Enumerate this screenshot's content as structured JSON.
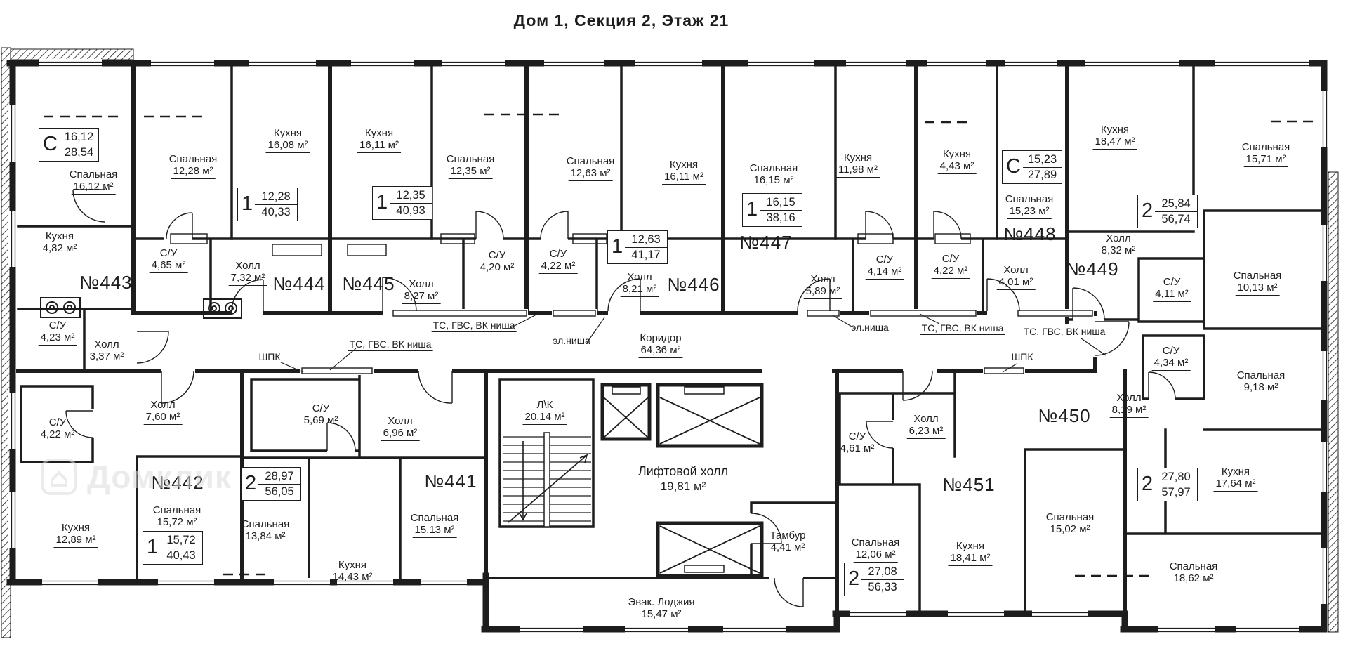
{
  "title": "Дом 1, Секция 2, Этаж 21",
  "colors": {
    "ink": "#1d1d1d",
    "watermark": "#dcdcdc"
  },
  "watermark": {
    "text": "Домклик"
  },
  "apartments": [
    {
      "number": "№441",
      "stamp": {
        "type": "2",
        "living": "28,97",
        "total": "56,05"
      },
      "rooms": [
        {
          "name": "Спальная",
          "area": "13,84 м²"
        },
        {
          "name": "Кухня",
          "area": "14,43 м²"
        },
        {
          "name": "Спальная",
          "area": "15,13 м²"
        },
        {
          "name": "С/У",
          "area": "5,69 м²"
        },
        {
          "name": "Холл",
          "area": "6,96 м²"
        }
      ]
    },
    {
      "number": "№442",
      "stamp": {
        "type": "1",
        "living": "15,72",
        "total": "40,43"
      },
      "rooms": [
        {
          "name": "Спальная",
          "area": "15,72 м²"
        },
        {
          "name": "Кухня",
          "area": "12,89 м²"
        },
        {
          "name": "С/У",
          "area": "4,22 м²"
        },
        {
          "name": "Холл",
          "area": "7,60 м²"
        }
      ]
    },
    {
      "number": "№443",
      "stamp": {
        "type": "С",
        "living": "16,12",
        "total": "28,54"
      },
      "rooms": [
        {
          "name": "Спальная",
          "area": "16,12 м²"
        },
        {
          "name": "Кухня",
          "area": "4,82 м²"
        },
        {
          "name": "С/У",
          "area": "4,23 м²"
        },
        {
          "name": "Холл",
          "area": "3,37 м²"
        }
      ]
    },
    {
      "number": "№444",
      "stamp": {
        "type": "1",
        "living": "12,28",
        "total": "40,33"
      },
      "rooms": [
        {
          "name": "Спальная",
          "area": "12,28 м²"
        },
        {
          "name": "Кухня",
          "area": "16,08 м²"
        },
        {
          "name": "С/У",
          "area": "4,65 м²"
        },
        {
          "name": "Холл",
          "area": "7,32 м²"
        }
      ]
    },
    {
      "number": "№445",
      "stamp": {
        "type": "1",
        "living": "12,35",
        "total": "40,93"
      },
      "rooms": [
        {
          "name": "Спальная",
          "area": "12,35 м²"
        },
        {
          "name": "Кухня",
          "area": "16,11 м²"
        },
        {
          "name": "С/У",
          "area": "4,20 м²"
        },
        {
          "name": "Холл",
          "area": "8,27 м²"
        }
      ]
    },
    {
      "number": "№446",
      "stamp": {
        "type": "1",
        "living": "12,63",
        "total": "41,17"
      },
      "rooms": [
        {
          "name": "Спальная",
          "area": "12,63 м²"
        },
        {
          "name": "Кухня",
          "area": "16,11 м²"
        },
        {
          "name": "С/У",
          "area": "4,22 м²"
        },
        {
          "name": "Холл",
          "area": "8,21 м²"
        }
      ]
    },
    {
      "number": "№447",
      "stamp": {
        "type": "1",
        "living": "16,15",
        "total": "38,16"
      },
      "rooms": [
        {
          "name": "Спальная",
          "area": "16,15 м²"
        },
        {
          "name": "Кухня",
          "area": "11,98 м²"
        },
        {
          "name": "С/У",
          "area": "4,14 м²"
        },
        {
          "name": "Холл",
          "area": "5,89 м²"
        }
      ]
    },
    {
      "number": "№448",
      "stamp": {
        "type": "С",
        "living": "15,23",
        "total": "27,89"
      },
      "rooms": [
        {
          "name": "Спальная",
          "area": "15,23 м²"
        },
        {
          "name": "Кухня",
          "area": "4,43 м²"
        },
        {
          "name": "С/У",
          "area": "4,22 м²"
        },
        {
          "name": "Холл",
          "area": "4,01 м²"
        }
      ]
    },
    {
      "number": "№449",
      "stamp": {
        "type": "2",
        "living": "25,84",
        "total": "56,74"
      },
      "rooms": [
        {
          "name": "Кухня",
          "area": "18,47 м²"
        },
        {
          "name": "Спальная",
          "area": "15,71 м²"
        },
        {
          "name": "Спальная",
          "area": "10,13 м²"
        },
        {
          "name": "С/У",
          "area": "4,11 м²"
        },
        {
          "name": "Холл",
          "area": "8,32 м²"
        }
      ]
    },
    {
      "number": "№450",
      "stamp": {
        "type": "2",
        "living": "27,80",
        "total": "57,97"
      },
      "rooms": [
        {
          "name": "Спальная",
          "area": "9,18 м²"
        },
        {
          "name": "Кухня",
          "area": "17,64 м²"
        },
        {
          "name": "Спальная",
          "area": "18,62 м²"
        },
        {
          "name": "С/У",
          "area": "4,34 м²"
        },
        {
          "name": "Холл",
          "area": "8,19 м²"
        }
      ]
    },
    {
      "number": "№451",
      "stamp": {
        "type": "2",
        "living": "27,08",
        "total": "56,33"
      },
      "rooms": [
        {
          "name": "Спальная",
          "area": "12,06 м²"
        },
        {
          "name": "Кухня",
          "area": "18,41 м²"
        },
        {
          "name": "Спальная",
          "area": "15,02 м²"
        },
        {
          "name": "С/У",
          "area": "4,61 м²"
        },
        {
          "name": "Холл",
          "area": "6,23 м²"
        }
      ]
    }
  ],
  "common": {
    "corridor": {
      "name": "Коридор",
      "area": "64,36 м²"
    },
    "stairs": {
      "name": "Л\\К",
      "area": "20,14 м²"
    },
    "lift_hall": {
      "name": "Лифтовой холл",
      "area": "19,81 м²"
    },
    "tambour": {
      "name": "Тамбур",
      "area": "4,41 м²"
    },
    "loggia": {
      "name": "Эвак. Лоджия",
      "area": "15,47 м²"
    }
  },
  "service": {
    "ts_niche": "ТС, ГВС, ВК ниша",
    "el_niche": "эл.ниша",
    "shpk": "ШПК"
  }
}
